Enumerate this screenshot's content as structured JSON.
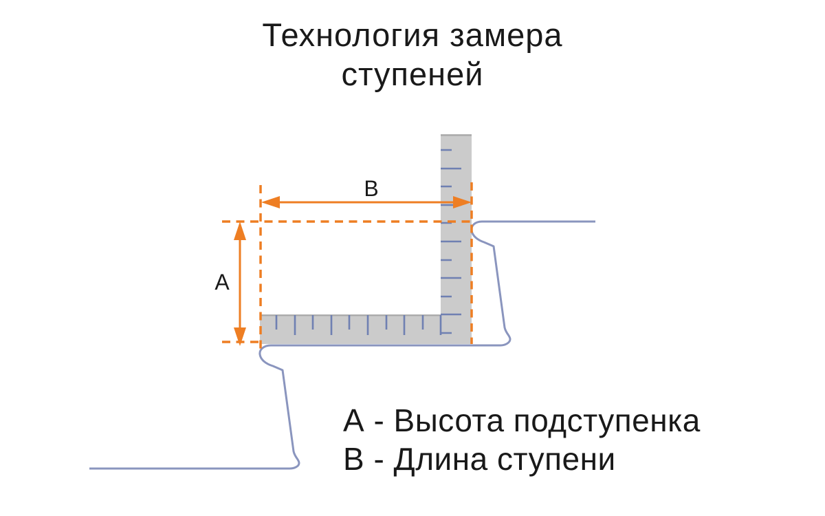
{
  "title": {
    "line1": "Технология замера",
    "line2": "ступеней"
  },
  "diagram": {
    "label_a": "А",
    "label_b": "В"
  },
  "legend": {
    "line1": "А - Высота подступенка",
    "line2": "В - Длина ступени"
  },
  "colors": {
    "accent_orange": "#EE7E23",
    "ruler_gray": "#CBCBCB",
    "ruler_edge_gray": "#A9A9A9",
    "ruler_tick_blue": "#6F80B2",
    "stair_line_blue": "#8A95BE",
    "text_black": "#191919",
    "background": "#FFFFFF"
  }
}
